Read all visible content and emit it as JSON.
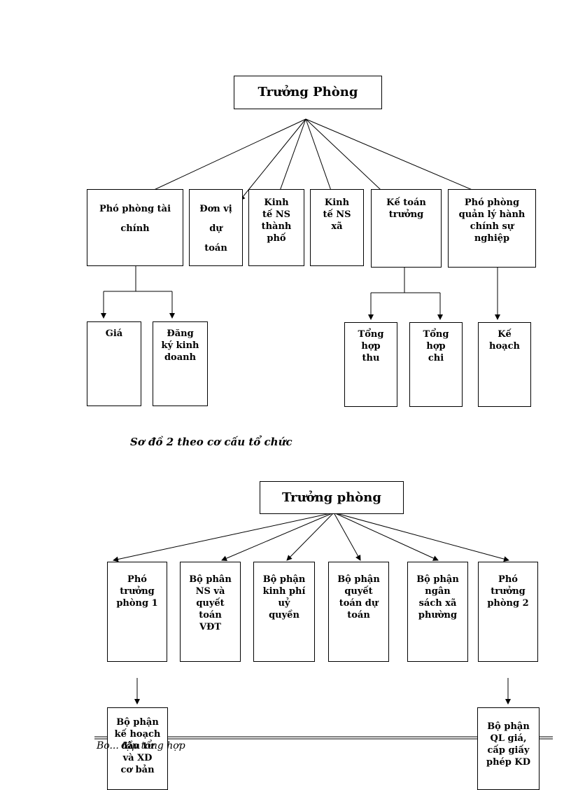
{
  "diagram1": {
    "head": "Trưởng Phòng",
    "units": [
      [
        "Phó phòng tài",
        "chính"
      ],
      [
        "Đơn vị",
        "dự",
        "toán"
      ],
      [
        "Kinh",
        "tế NS",
        "thành",
        "phố"
      ],
      [
        "Kinh",
        "tế NS",
        "xã"
      ],
      [
        "Kế toán",
        "trưởng"
      ],
      [
        "Phó phòng",
        "quản lý hành",
        "chính sự",
        "nghiệp"
      ]
    ],
    "subunits": [
      [
        "Giá"
      ],
      [
        "Đăng",
        "ký kinh",
        "doanh"
      ],
      [
        "Tổng",
        "hợp",
        "thu"
      ],
      [
        "Tổng",
        "hợp",
        "chi"
      ],
      [
        "Kế",
        "hoạch"
      ]
    ]
  },
  "caption": "Sơ đồ 2 theo cơ cấu tổ chức",
  "diagram2": {
    "head": "Trưởng phòng",
    "units": [
      [
        "Phó",
        "trưởng",
        "phòng 1"
      ],
      [
        "Bộ phân",
        "NS và",
        "quyết",
        "toán",
        "VĐT"
      ],
      [
        "Bộ phận",
        "kinh phí",
        "uỷ",
        "quyền"
      ],
      [
        "Bộ phận",
        "quyết",
        "toán dự",
        "toán"
      ],
      [
        "Bộ phận",
        "ngân",
        "sách xã",
        "phường"
      ],
      [
        "Phó",
        "trưởng",
        "phòng 2"
      ]
    ],
    "subunits": [
      [
        "Bộ phận",
        "kế hoạch",
        "đầu tư",
        "và XD",
        "cơ bản"
      ],
      [
        "Bộ phận",
        "QL giá,",
        "cấp giấy",
        "phép KD"
      ]
    ]
  },
  "footer": "Bo... tập tổng hợp"
}
